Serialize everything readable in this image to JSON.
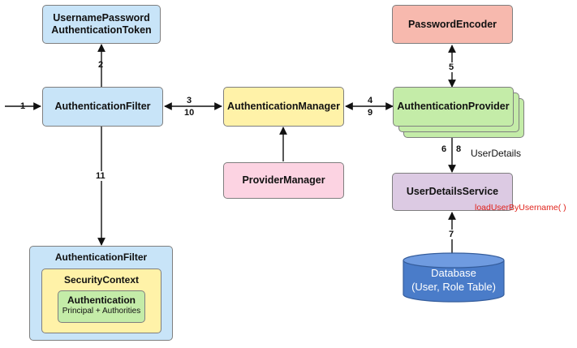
{
  "boxes": {
    "token": "UsernamePassword\nAuthenticationToken",
    "filter_top": "AuthenticationFilter",
    "manager": "AuthenticationManager",
    "provider_manager": "ProviderManager",
    "password_encoder": "PasswordEncoder",
    "provider": "AuthenticationProvider",
    "user_details_service": "UserDetailsService",
    "filter_bottom": "AuthenticationFilter",
    "security_context": "SecurityContext",
    "authentication": "Authentication",
    "principal": "Principal + Authorities",
    "database_line1": "Database",
    "database_line2": "(User, Role Table)"
  },
  "steps": {
    "s1": "1",
    "s2": "2",
    "s3": "3",
    "s10": "10",
    "s4": "4",
    "s9": "9",
    "s5": "5",
    "s6": "6",
    "s8": "8",
    "s7": "7",
    "s11": "11"
  },
  "notes": {
    "user_details": "UserDetails",
    "load_user": "loadUserByUsername( )"
  },
  "colors": {
    "blue": "#c8e4f8",
    "yellow": "#fff2a8",
    "green": "#c4eca8",
    "pink": "#fcd3e2",
    "salmon": "#f7b9ae",
    "purple": "#dccae3",
    "database": "#4a7cc9",
    "red_note": "#e0231c"
  }
}
